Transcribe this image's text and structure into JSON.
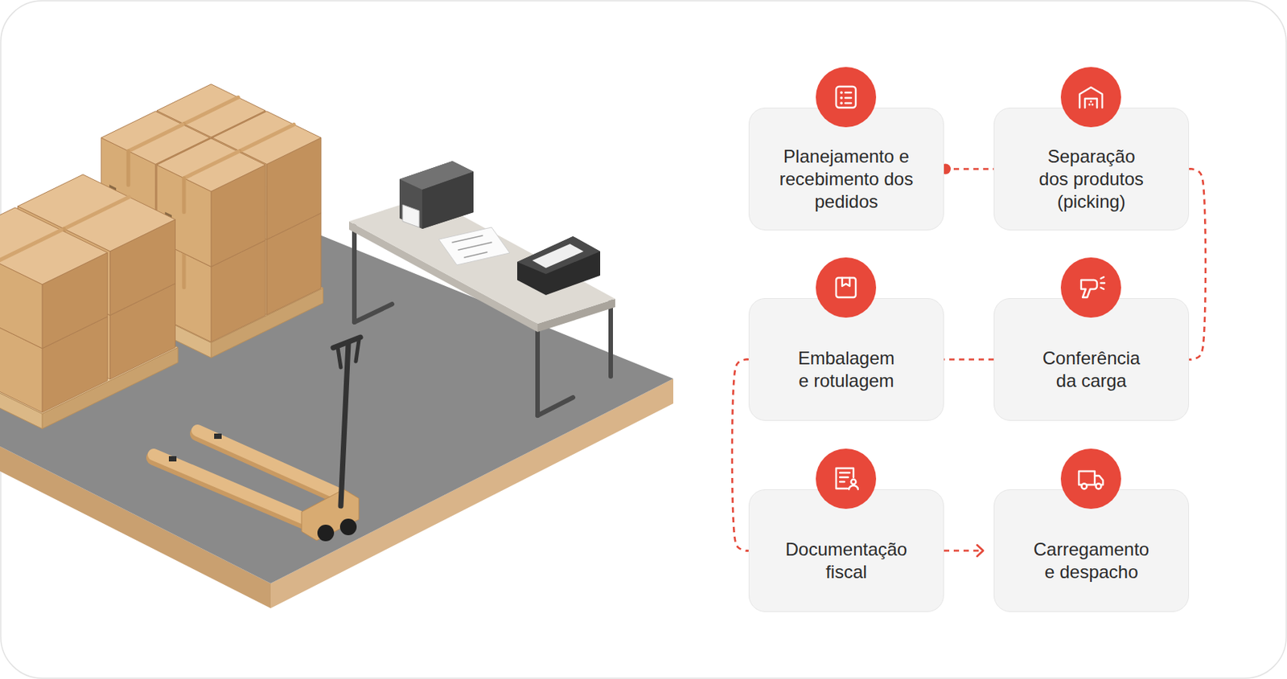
{
  "diagram": {
    "nodes": [
      {
        "text": [
          "Planejamento e recebimento dos pedidos"
        ]
      },
      {
        "text": [
          "Separação dos produtos (picking)"
        ]
      },
      {
        "text": [
          "Embalagem e rotulagem"
        ]
      },
      {
        "text": [
          "Conferência da carga"
        ]
      },
      {
        "text": [
          "Documentação fiscal"
        ]
      },
      {
        "text": [
          "Carregamento e despacho"
        ]
      }
    ],
    "edges": [
      {
        "from": 0,
        "to": 1,
        "arrow": "none"
      },
      {
        "from": 1,
        "to": 3,
        "arrow": "none"
      },
      {
        "from": 3,
        "to": 2,
        "arrow": "none"
      },
      {
        "from": 2,
        "to": 4,
        "arrow": "none"
      },
      {
        "from": 4,
        "to": 5,
        "arrow": "to"
      }
    ]
  }
}
